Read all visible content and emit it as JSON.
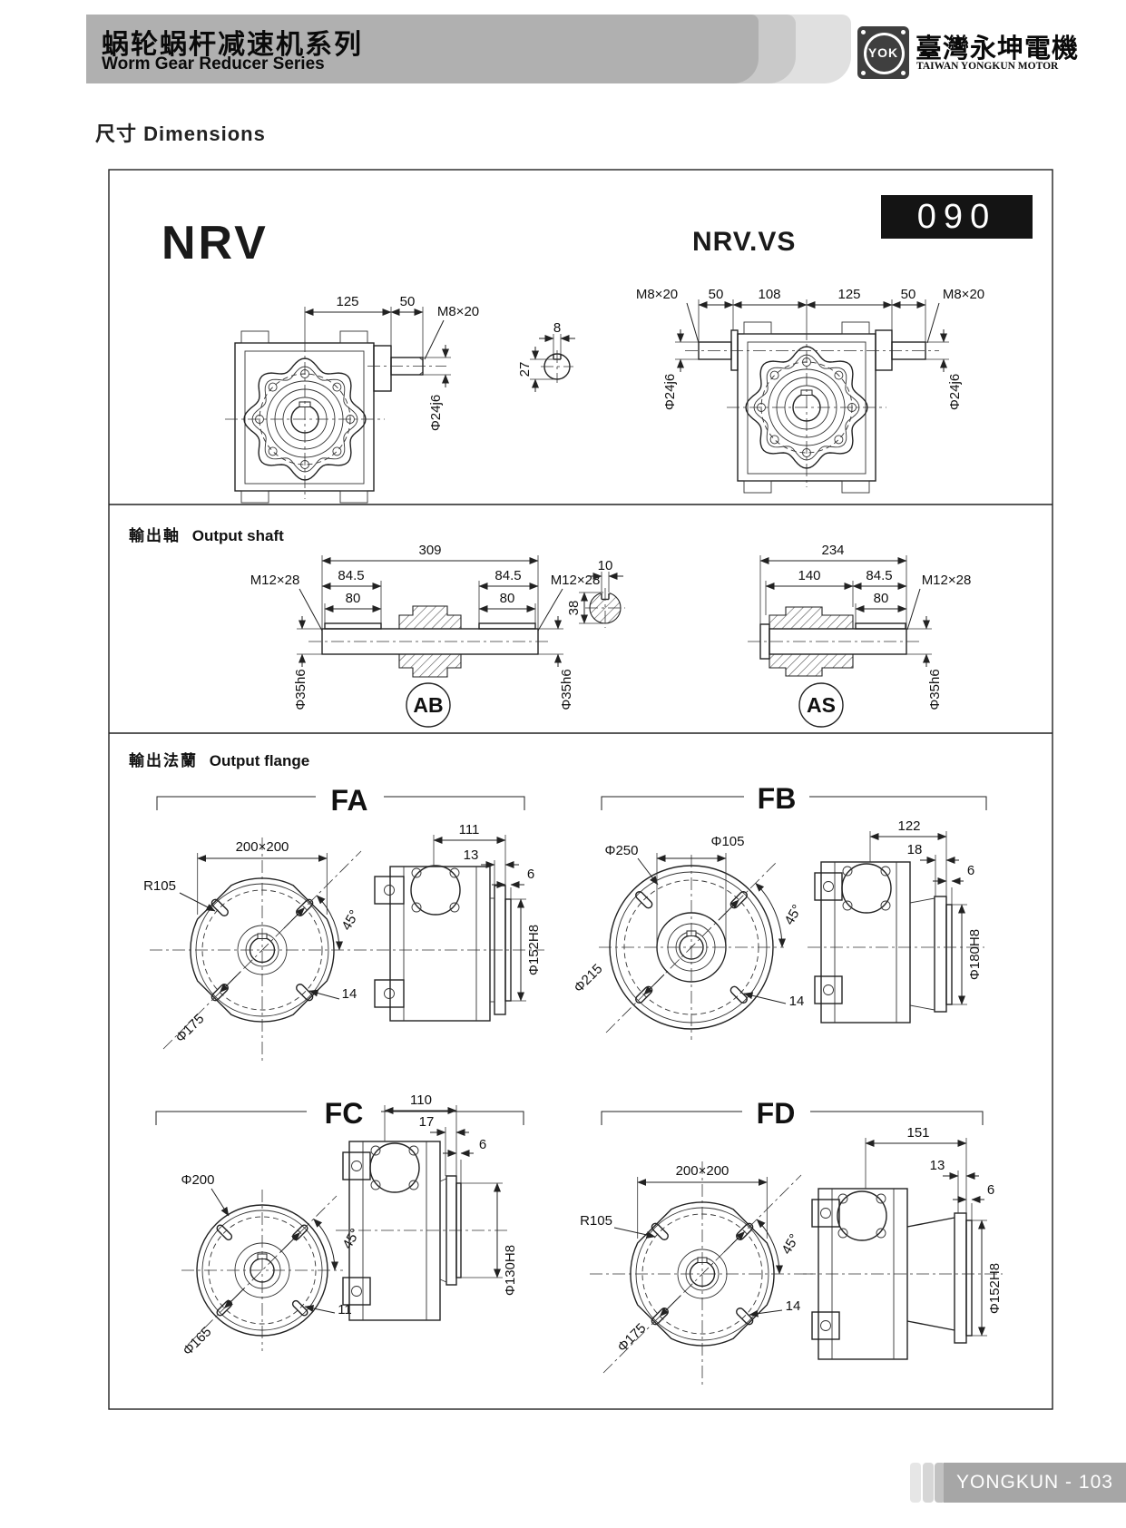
{
  "header": {
    "title_zh": "蜗轮蜗杆减速机系列",
    "title_en": "Worm Gear Reducer Series",
    "logo_mark": "YOK",
    "brand_zh": "臺灣永坤電機",
    "brand_en": "TAIWAN YONGKUN MOTOR"
  },
  "page": {
    "dim_title_zh": "尺寸",
    "dim_title_en": "Dimensions",
    "model_badge": "090",
    "footer": "YONGKUN - 103"
  },
  "top_section": {
    "nrv": {
      "label": "NRV",
      "dim_125": "125",
      "dim_50": "50",
      "thread": "M8×20",
      "shaft_dia": "Φ24j6",
      "key_width": "8",
      "key_height": "27"
    },
    "nrvvs": {
      "label": "NRV.VS",
      "thread_left": "M8×20",
      "dim_50_left": "50",
      "dim_108": "108",
      "dim_125": "125",
      "dim_50_right": "50",
      "thread_right": "M8×20",
      "dia_left": "Φ24j6",
      "dia_right": "Φ24j6"
    }
  },
  "output_shaft": {
    "title_zh": "輸出軸",
    "title_en": "Output shaft",
    "ab": {
      "label": "AB",
      "total": "309",
      "end_845_left": "84.5",
      "end_845_right": "84.5",
      "key_80_left": "80",
      "key_80_right": "80",
      "thread_left": "M12×28",
      "thread_right": "M12×28",
      "dia_left": "Φ35h6",
      "dia_right": "Φ35h6"
    },
    "key_section": {
      "key_width": "10",
      "shaft_dia": "38"
    },
    "as": {
      "label": "AS",
      "total": "234",
      "dim_140": "140",
      "dim_845": "84.5",
      "key_80": "80",
      "thread": "M12×28",
      "dia": "Φ35h6"
    }
  },
  "output_flange": {
    "title_zh": "輸出法蘭",
    "title_en": "Output flange",
    "fa": {
      "label": "FA",
      "square": "200×200",
      "radius": "R105",
      "angle": "45°",
      "bolt_circle": "Φ175",
      "slot": "14",
      "side_width": "111",
      "side_offset": "13",
      "side_thk": "6",
      "spigot": "Φ152H8"
    },
    "fb": {
      "label": "FB",
      "outer_dia": "Φ250",
      "inner_dia": "Φ105",
      "angle": "45°",
      "bolt_circle": "Φ215",
      "slot": "14",
      "side_width": "122",
      "side_offset": "18",
      "side_thk": "6",
      "spigot": "Φ180H8"
    },
    "fc": {
      "label": "FC",
      "outer_dia": "Φ200",
      "angle": "45°",
      "bolt_circle": "Φ165",
      "slot": "11",
      "side_width": "110",
      "side_offset": "17",
      "side_thk": "6",
      "spigot": "Φ130H8"
    },
    "fd": {
      "label": "FD",
      "square": "200×200",
      "radius": "R105",
      "angle": "45°",
      "bolt_circle": "Φ175",
      "slot": "14",
      "side_width": "151",
      "side_offset": "13",
      "side_thk": "6",
      "spigot": "Φ152H8"
    }
  }
}
